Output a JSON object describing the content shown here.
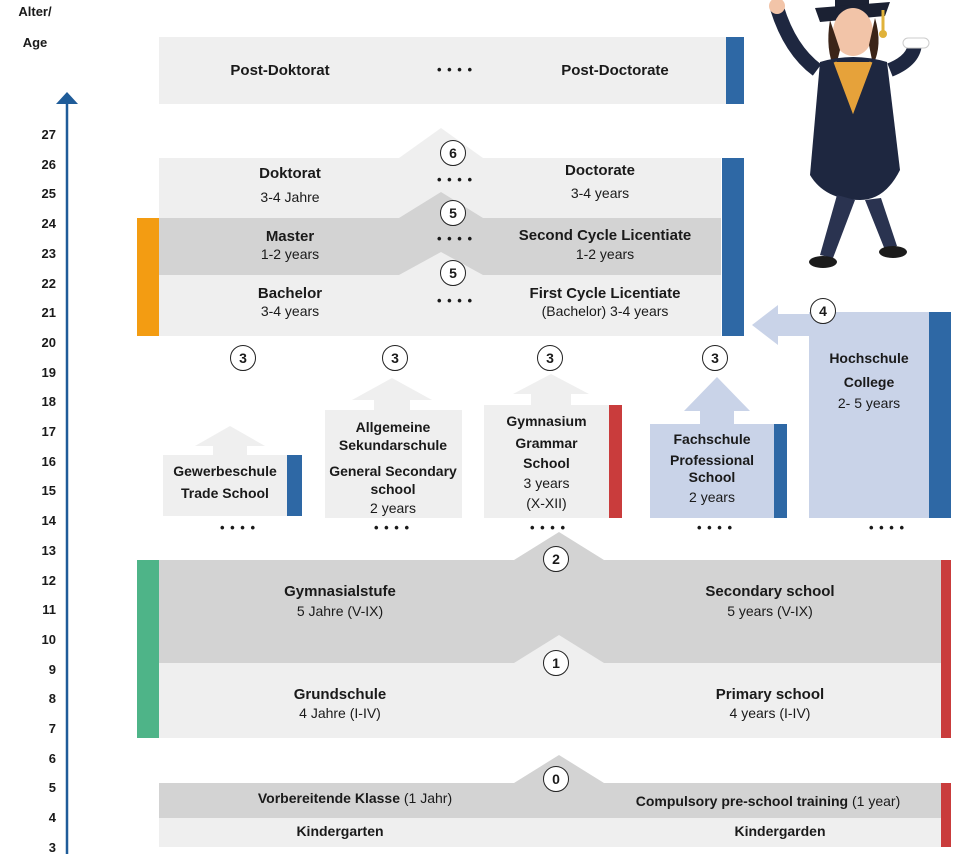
{
  "y_axis": {
    "title_line1": "Alter/",
    "title_line2": "Age",
    "ticks": [
      "27",
      "26",
      "25",
      "24",
      "23",
      "22",
      "21",
      "20",
      "19",
      "18",
      "17",
      "16",
      "15",
      "14",
      "13",
      "12",
      "11",
      "10",
      "9",
      "8",
      "7",
      "6",
      "5",
      "4",
      "3"
    ]
  },
  "colors": {
    "university_bar": "#2e68a5",
    "secondary_bar": "#c93c3c",
    "master_bar": "#f39c12",
    "school_bar": "#4eb488",
    "light_block": "#efefef",
    "dark_block": "#d3d3d3",
    "college_block": "#c9d3e8"
  },
  "postdoc": {
    "de": "Post-Doktorat",
    "en": "Post-Doctorate",
    "dots": "• • • •"
  },
  "doctorate": {
    "de_title": "Doktorat",
    "de_duration": "3-4 Jahre",
    "en_title": "Doctorate",
    "en_duration": "3-4 years",
    "step": "6",
    "dots": "• • • •"
  },
  "master": {
    "de_title": "Master",
    "de_duration": "1-2 years",
    "en_title": "Second Cycle Licentiate",
    "en_duration": "1-2 years",
    "step": "5",
    "dots": "• • • •"
  },
  "bachelor": {
    "de_title": "Bachelor",
    "de_duration": "3-4 years",
    "en_title": "First Cycle Licentiate",
    "en_duration": "(Bachelor) 3-4 years",
    "step": "5",
    "dots": "• • • •"
  },
  "upper_secondary": {
    "step": "3",
    "trade": {
      "de": "Gewerbeschule",
      "en": "Trade School"
    },
    "general": {
      "line1": "Allgemeine",
      "line2": "Sekundarschule",
      "line3": "General Secondary",
      "line4": "school",
      "duration": "2 years"
    },
    "gymnasium": {
      "line1": "Gymnasium",
      "line2": "Grammar",
      "line3": "School",
      "duration": "3 years",
      "grades": "(X-XII)"
    },
    "fachschule": {
      "line1": "Fachschule",
      "line2": "Professional",
      "line3": "School",
      "duration": "2 years"
    },
    "hochschule": {
      "step": "4",
      "line1": "Hochschule",
      "line2": "College",
      "duration": "2- 5 years"
    },
    "dots": "• • • •"
  },
  "secondary": {
    "step": "2",
    "de_title": "Gymnasialstufe",
    "de_duration": "5 Jahre (V-IX)",
    "en_title": "Secondary school",
    "en_duration": "5 years (V-IX)"
  },
  "primary": {
    "step": "1",
    "de_title": "Grundschule",
    "de_duration": "4 Jahre (I-IV)",
    "en_title": "Primary school",
    "en_duration": "4 years (I-IV)"
  },
  "preschool": {
    "step": "0",
    "de_title": "Vorbereitende Klasse",
    "de_duration": "(1 Jahr)",
    "en_title": "Compulsory pre-school training",
    "en_duration": "(1 year)",
    "de_kindergarten": "Kindergarten",
    "en_kindergarten": "Kindergarden"
  }
}
